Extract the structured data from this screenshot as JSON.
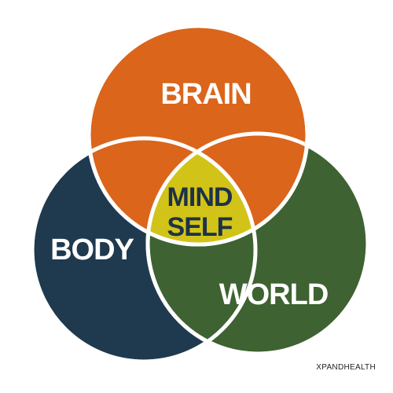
{
  "diagram": {
    "circles": {
      "brain": {
        "label": "BRAIN",
        "color": "#db651b"
      },
      "body": {
        "label": "BODY",
        "color": "#1f3a4f"
      },
      "world": {
        "label": "WORLD",
        "color": "#3e6231"
      }
    },
    "center": {
      "line1": "MIND",
      "line2": "SELF",
      "color": "#d2c319"
    },
    "outline_color": "#ffffff"
  },
  "brand": "XPANDHEALTH"
}
